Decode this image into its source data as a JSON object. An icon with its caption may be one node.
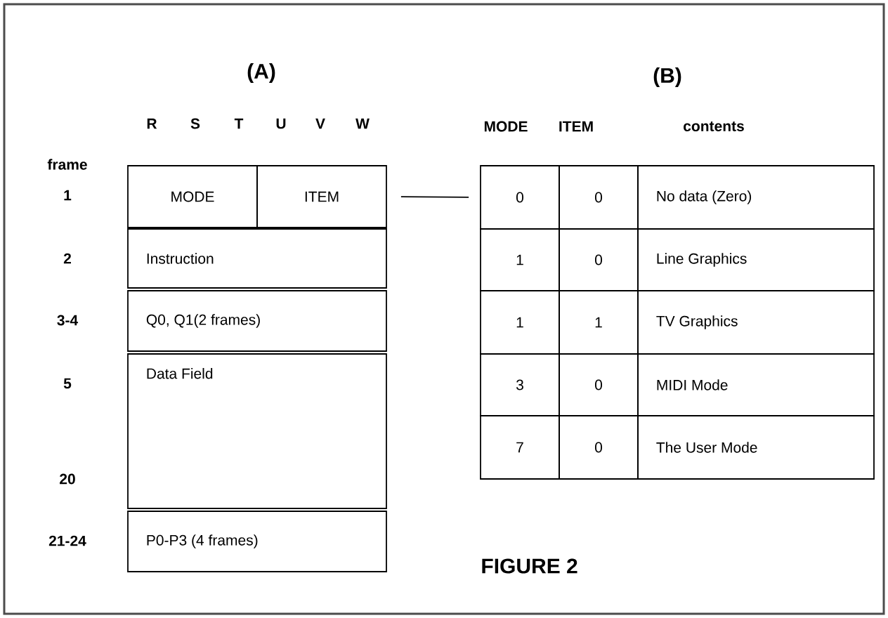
{
  "diagram": {
    "caption": "FIGURE 2",
    "nodes": [
      {
        "text": [
          "MODE"
        ]
      },
      {
        "text": [
          "ITEM"
        ]
      },
      {
        "text": [
          "Instruction"
        ]
      },
      {
        "text": [
          "Q0, Q1(2 frames)"
        ]
      },
      {
        "text": [
          "Data Field"
        ]
      },
      {
        "text": [
          "P0-P3 (4 frames)"
        ]
      },
      {
        "text": [
          "0"
        ]
      },
      {
        "text": [
          "0"
        ]
      },
      {
        "text": [
          "No data (Zero)"
        ]
      },
      {
        "text": [
          "1"
        ]
      },
      {
        "text": [
          "0"
        ]
      },
      {
        "text": [
          "Line Graphics"
        ]
      },
      {
        "text": [
          "1"
        ]
      },
      {
        "text": [
          "1"
        ]
      },
      {
        "text": [
          "TV Graphics"
        ]
      },
      {
        "text": [
          "3"
        ]
      },
      {
        "text": [
          "0"
        ]
      },
      {
        "text": [
          "MIDI Mode"
        ]
      },
      {
        "text": [
          "7"
        ]
      },
      {
        "text": [
          "0"
        ]
      },
      {
        "text": [
          "The User Mode"
        ]
      }
    ],
    "edges": [
      {
        "from": 1,
        "to": 6,
        "arrow": "none"
      }
    ],
    "labels": [
      "(A)",
      "R",
      "S",
      "T",
      "U",
      "V",
      "W",
      "frame",
      "1",
      "2",
      "3-4",
      "5",
      "20",
      "21-24",
      "(B)",
      "MODE",
      "ITEM",
      "contents"
    ]
  }
}
